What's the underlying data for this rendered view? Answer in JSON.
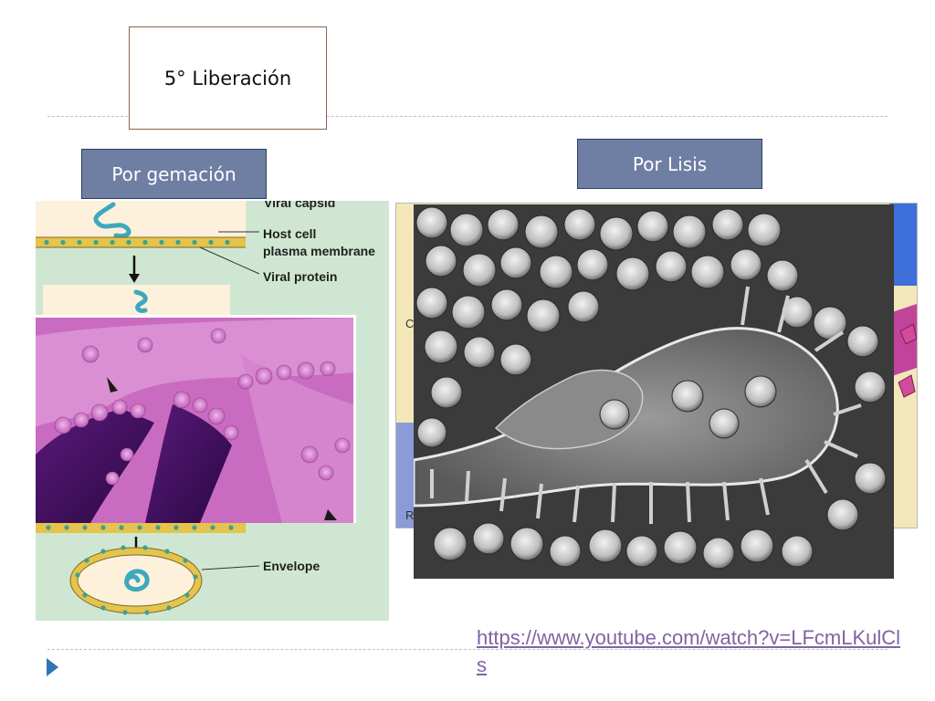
{
  "slide": {
    "title": "5° Liberación",
    "label_budding": "Por gemación",
    "label_lysis": "Por Lisis",
    "url": "https://www.youtube.com/watch?v=LFcmLKulCls"
  },
  "budding_diagram": {
    "labels": {
      "capsid": "Viral capsid",
      "membrane_line1": "Host cell",
      "membrane_line2": "plasma membrane",
      "protein": "Viral protein",
      "envelope": "Envelope"
    }
  },
  "lysis_diagram": {
    "edge_letters": [
      "C",
      "R"
    ]
  },
  "colors": {
    "label_fill": "#6f7ea3",
    "label_border": "#2f3d63",
    "title_border": "#8a6450",
    "link": "#8064a2",
    "bullet": "#2f75b5",
    "diagram_bg": "#cfe7d2",
    "membrane": "#e6c34a",
    "micrograph_pink": "#c96bc0",
    "micrograph_dark": "#3a0f5a"
  },
  "icons": {
    "bullet": "triangle-bullet-icon",
    "arrow": "down-arrow-icon"
  }
}
